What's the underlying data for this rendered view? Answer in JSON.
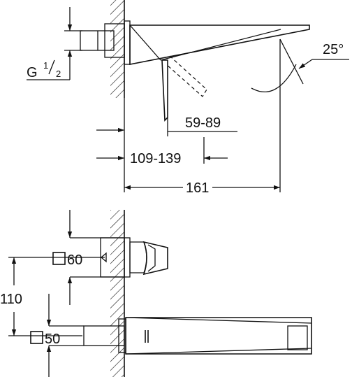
{
  "dimensions": {
    "angle": "25°",
    "thread_prefix": "G",
    "thread_num": "1",
    "thread_den": "2",
    "d_59_89": "59-89",
    "d_109_139": "109-139",
    "d_161": "161",
    "d_60": "60",
    "d_110": "110",
    "d_50": "50"
  },
  "colors": {
    "line": "#111111",
    "hatch": "#111111",
    "background": "#ffffff"
  }
}
